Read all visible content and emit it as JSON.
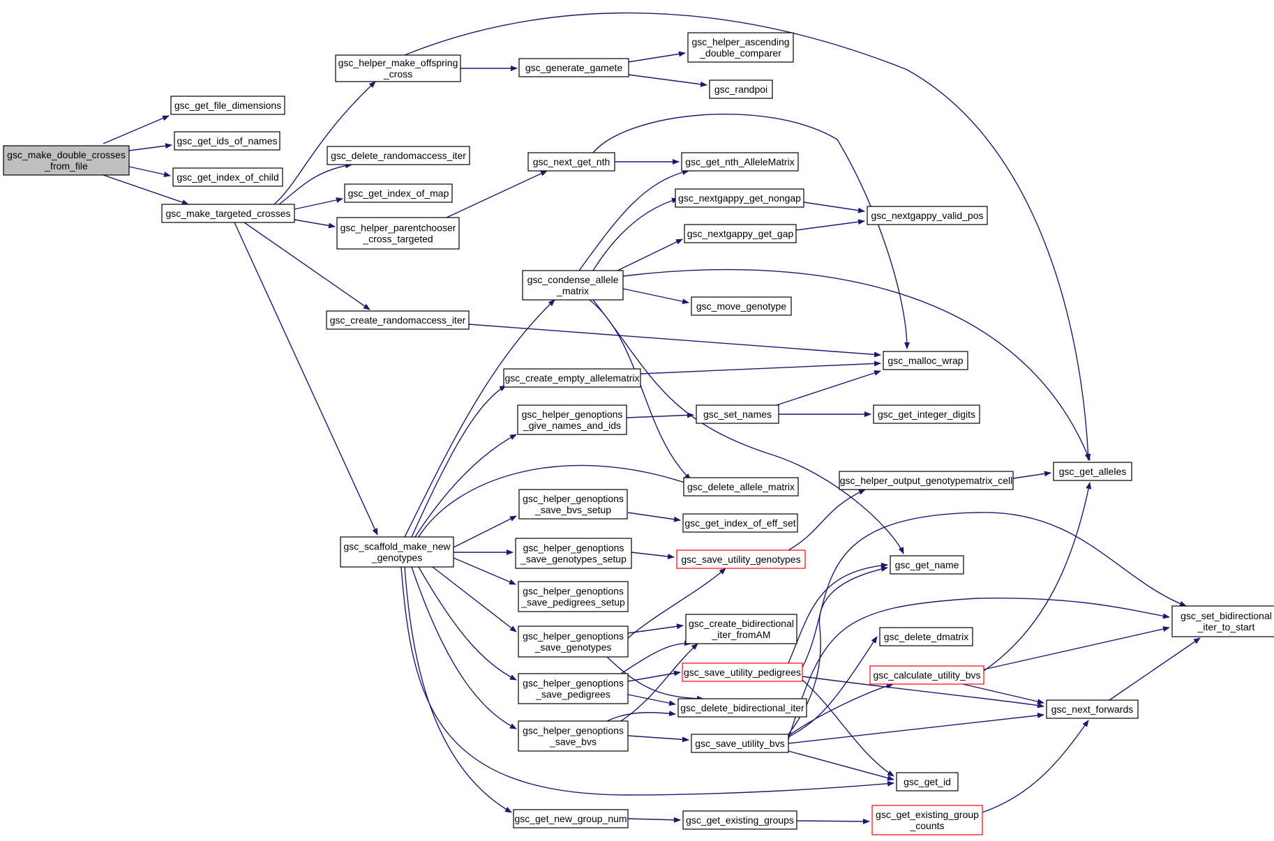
{
  "diagram": {
    "type": "call-graph",
    "edge_color": "#191970",
    "node_border": "#000000",
    "root_fill": "#bfbfbf",
    "truncated_border": "#ff0000",
    "nodes": [
      {
        "id": "root",
        "lines": [
          "gsc_make_double_crosses",
          "_from_file"
        ],
        "root": true
      },
      {
        "id": "file_dims",
        "lines": [
          "gsc_get_file_dimensions"
        ]
      },
      {
        "id": "ids_names",
        "lines": [
          "gsc_get_ids_of_names"
        ]
      },
      {
        "id": "index_child",
        "lines": [
          "gsc_get_index_of_child"
        ]
      },
      {
        "id": "targeted",
        "lines": [
          "gsc_make_targeted_crosses"
        ]
      },
      {
        "id": "offspring",
        "lines": [
          "gsc_helper_make_offspring",
          "_cross"
        ]
      },
      {
        "id": "del_rai",
        "lines": [
          "gsc_delete_randomaccess_iter"
        ]
      },
      {
        "id": "idx_map",
        "lines": [
          "gsc_get_index_of_map"
        ]
      },
      {
        "id": "parentchooser",
        "lines": [
          "gsc_helper_parentchooser",
          "_cross_targeted"
        ]
      },
      {
        "id": "create_rai",
        "lines": [
          "gsc_create_randomaccess_iter"
        ]
      },
      {
        "id": "scaffold",
        "lines": [
          "gsc_scaffold_make_new",
          "_genotypes"
        ]
      },
      {
        "id": "gamete",
        "lines": [
          "gsc_generate_gamete"
        ]
      },
      {
        "id": "asc_cmp",
        "lines": [
          "gsc_helper_ascending",
          "_double_comparer"
        ]
      },
      {
        "id": "randpoi",
        "lines": [
          "gsc_randpoi"
        ]
      },
      {
        "id": "next_nth",
        "lines": [
          "gsc_next_get_nth"
        ]
      },
      {
        "id": "nth_am",
        "lines": [
          "gsc_get_nth_AlleleMatrix"
        ]
      },
      {
        "id": "ng_nongap",
        "lines": [
          "gsc_nextgappy_get_nongap"
        ]
      },
      {
        "id": "ng_gap",
        "lines": [
          "gsc_nextgappy_get_gap"
        ]
      },
      {
        "id": "ng_valid",
        "lines": [
          "gsc_nextgappy_valid_pos"
        ]
      },
      {
        "id": "condense",
        "lines": [
          "gsc_condense_allele",
          "_matrix"
        ]
      },
      {
        "id": "move_geno",
        "lines": [
          "gsc_move_genotype"
        ]
      },
      {
        "id": "malloc",
        "lines": [
          "gsc_malloc_wrap"
        ]
      },
      {
        "id": "create_empty",
        "lines": [
          "gsc_create_empty_allelematrix"
        ]
      },
      {
        "id": "give_names",
        "lines": [
          "gsc_helper_genoptions",
          "_give_names_and_ids"
        ]
      },
      {
        "id": "set_names",
        "lines": [
          "gsc_set_names"
        ]
      },
      {
        "id": "int_digits",
        "lines": [
          "gsc_get_integer_digits"
        ]
      },
      {
        "id": "del_am",
        "lines": [
          "gsc_delete_allele_matrix"
        ]
      },
      {
        "id": "out_gm_cell",
        "lines": [
          "gsc_helper_output_genotypematrix_cell"
        ]
      },
      {
        "id": "alleles",
        "lines": [
          "gsc_get_alleles"
        ]
      },
      {
        "id": "bvs_setup",
        "lines": [
          "gsc_helper_genoptions",
          "_save_bvs_setup"
        ]
      },
      {
        "id": "eff_set",
        "lines": [
          "gsc_get_index_of_eff_set"
        ]
      },
      {
        "id": "geno_setup",
        "lines": [
          "gsc_helper_genoptions",
          "_save_genotypes_setup"
        ]
      },
      {
        "id": "su_geno",
        "lines": [
          "gsc_save_utility_genotypes"
        ],
        "truncated": true
      },
      {
        "id": "get_name",
        "lines": [
          "gsc_get_name"
        ]
      },
      {
        "id": "ped_setup",
        "lines": [
          "gsc_helper_genoptions",
          "_save_pedigrees_setup"
        ]
      },
      {
        "id": "save_geno",
        "lines": [
          "gsc_helper_genoptions",
          "_save_genotypes"
        ]
      },
      {
        "id": "create_bidi",
        "lines": [
          "gsc_create_bidirectional",
          "_iter_fromAM"
        ]
      },
      {
        "id": "set_bidi",
        "lines": [
          "gsc_set_bidirectional",
          "_iter_to_start"
        ]
      },
      {
        "id": "del_dmatrix",
        "lines": [
          "gsc_delete_dmatrix"
        ]
      },
      {
        "id": "save_ped",
        "lines": [
          "gsc_helper_genoptions",
          "_save_pedigrees"
        ]
      },
      {
        "id": "su_ped",
        "lines": [
          "gsc_save_utility_pedigrees"
        ],
        "truncated": true
      },
      {
        "id": "calc_bvs",
        "lines": [
          "gsc_calculate_utility_bvs"
        ],
        "truncated": true
      },
      {
        "id": "del_bidi",
        "lines": [
          "gsc_delete_bidirectional_iter"
        ]
      },
      {
        "id": "next_fwd",
        "lines": [
          "gsc_next_forwards"
        ]
      },
      {
        "id": "save_bvs",
        "lines": [
          "gsc_helper_genoptions",
          "_save_bvs"
        ]
      },
      {
        "id": "su_bvs",
        "lines": [
          "gsc_save_utility_bvs"
        ]
      },
      {
        "id": "get_id",
        "lines": [
          "gsc_get_id"
        ]
      },
      {
        "id": "new_group",
        "lines": [
          "gsc_get_new_group_num"
        ]
      },
      {
        "id": "exist_groups",
        "lines": [
          "gsc_get_existing_groups"
        ]
      },
      {
        "id": "exist_counts",
        "lines": [
          "gsc_get_existing_group",
          "_counts"
        ],
        "truncated": true
      }
    ]
  }
}
